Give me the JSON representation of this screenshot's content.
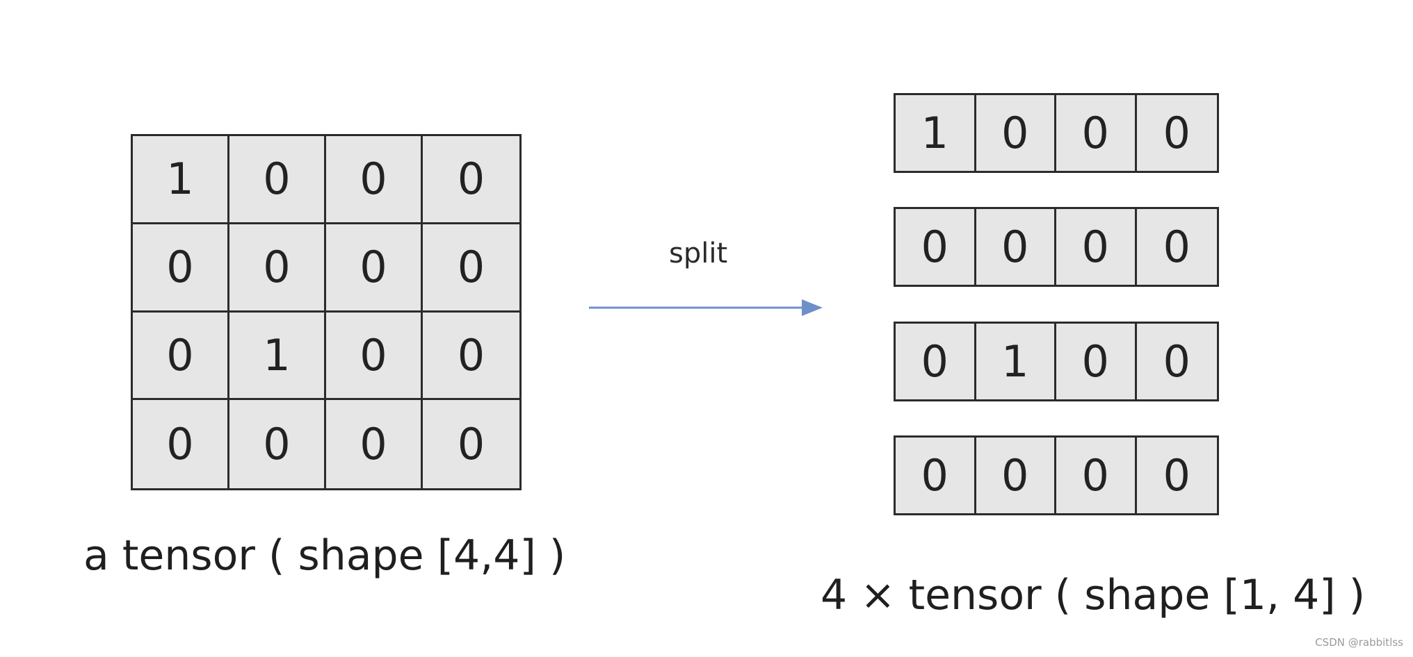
{
  "matrix": {
    "rows": [
      [
        "1",
        "0",
        "0",
        "0"
      ],
      [
        "0",
        "0",
        "0",
        "0"
      ],
      [
        "0",
        "1",
        "0",
        "0"
      ],
      [
        "0",
        "0",
        "0",
        "0"
      ]
    ],
    "caption": "a tensor ( shape [4,4] )"
  },
  "split": {
    "label": "split",
    "arrow_color": "#6f8fca"
  },
  "result": {
    "rows": [
      [
        "1",
        "0",
        "0",
        "0"
      ],
      [
        "0",
        "0",
        "0",
        "0"
      ],
      [
        "0",
        "1",
        "0",
        "0"
      ],
      [
        "0",
        "0",
        "0",
        "0"
      ]
    ],
    "caption": "4 × tensor ( shape [1, 4] )"
  },
  "watermark": "CSDN @rabbitlss",
  "colors": {
    "cell_fill": "#e6e6e6",
    "border": "#2b2b2b"
  }
}
